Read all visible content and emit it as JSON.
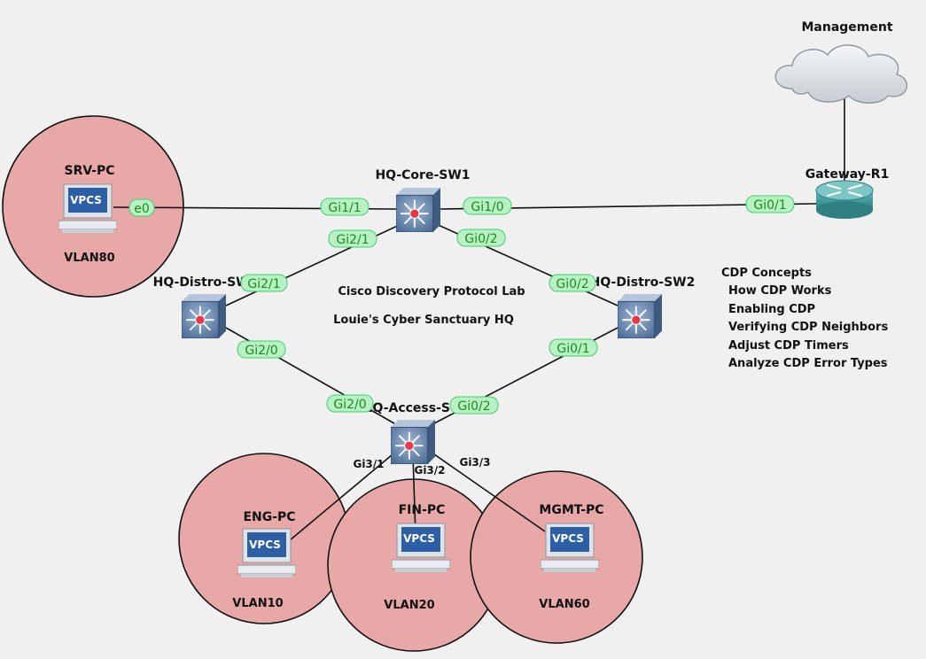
{
  "cloud": {
    "label": "Management"
  },
  "router": {
    "label": "Gateway-R1"
  },
  "core": {
    "label": "HQ-Core-SW1"
  },
  "distro1": {
    "label": "HQ-Distro-SW1"
  },
  "distro2": {
    "label": "HQ-Distro-SW2"
  },
  "access": {
    "label": "HQ-Access-SW1"
  },
  "zones": [
    {
      "pc": "SRV-PC",
      "vlan": "VLAN80",
      "screen": "VPCS"
    },
    {
      "pc": "ENG-PC",
      "vlan": "VLAN10",
      "screen": "VPCS"
    },
    {
      "pc": "FIN-PC",
      "vlan": "VLAN20",
      "screen": "VPCS"
    },
    {
      "pc": "MGMT-PC",
      "vlan": "VLAN60",
      "screen": "VPCS"
    }
  ],
  "ports": {
    "srv_e0": "e0",
    "core_gi11": "Gi1/1",
    "core_gi10": "Gi1/0",
    "core_gi21": "Gi2/1",
    "core_gi02": "Gi0/2",
    "r1_gi01": "Gi0/1",
    "d1_gi21": "Gi2/1",
    "d1_gi20": "Gi2/0",
    "d2_gi02": "Gi0/2",
    "d2_gi01": "Gi0/1",
    "acc_gi20": "Gi2/0",
    "acc_gi02": "Gi0/2",
    "acc_gi31": "Gi3/1",
    "acc_gi32": "Gi3/2",
    "acc_gi33": "Gi3/3"
  },
  "lab_title": "Cisco Discovery Protocol Lab",
  "lab_subtitle": "Louie's Cyber Sanctuary HQ",
  "cdp_notes": {
    "heading": "CDP Concepts",
    "items": [
      "How CDP Works",
      "Enabling CDP",
      "Verifying CDP Neighbors",
      "Adjust CDP Timers",
      "Analyze CDP Error Types"
    ]
  }
}
